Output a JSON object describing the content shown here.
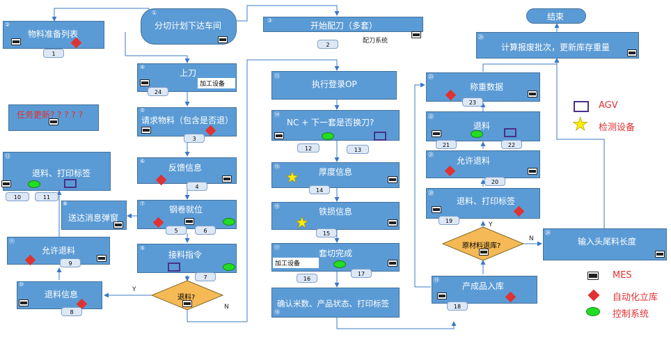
{
  "nodes": {
    "n1": {
      "num": "①",
      "label": "分切计划下达车间"
    },
    "n2": {
      "num": "②",
      "label": "物料准备列表",
      "badge": "1"
    },
    "n3": {
      "num": "③",
      "label": "开始配刀（多套）",
      "badge": "2",
      "tag": "配刀系统"
    },
    "n4": {
      "num": "④",
      "label": "上刀",
      "badge": "24",
      "tag": "加工设备"
    },
    "n5": {
      "num": "⑤",
      "label": "请求物料（包含是否退）",
      "badge": "3"
    },
    "n6": {
      "num": "⑥",
      "label": "反馈信息",
      "badge": "4"
    },
    "n7": {
      "num": "⑦",
      "label": "钢卷就位",
      "badges": [
        "5",
        "6"
      ]
    },
    "n8": {
      "num": "⑧",
      "label": "送达消息弹窗"
    },
    "n9": {
      "num": "⑨",
      "label": "接料指令",
      "badge": "7"
    },
    "n10": {
      "num": "⑩",
      "label": "退料信息",
      "badge": "8"
    },
    "n11": {
      "num": "⑪",
      "label": "允许退料",
      "badge": "9"
    },
    "n12": {
      "num": "⑫",
      "label": "退料、打印标签",
      "badges": [
        "10",
        "11"
      ]
    },
    "n13": {
      "num": "⑬",
      "label": "执行登录OP"
    },
    "n14": {
      "num": "⑭",
      "label": "NC + 下一套是否换刀?",
      "badges": [
        "12",
        "13"
      ]
    },
    "n15": {
      "num": "⑮",
      "label": "厚度信息",
      "badge": "14"
    },
    "n16": {
      "num": "⑯",
      "label": "铁损信息",
      "badge": "15"
    },
    "n17": {
      "num": "⑰",
      "label": "套切完成",
      "badges": [
        "16",
        "17"
      ],
      "tag": "加工设备"
    },
    "n18": {
      "num": "⑱",
      "label": "确认米数、产品状态、打印标签"
    },
    "n19": {
      "num": "⑲",
      "label": "产成品入库",
      "badge": "18"
    },
    "n20": {
      "num": "⑳",
      "label": "退料、打印标签",
      "badge": "19"
    },
    "n21": {
      "num": "㉑",
      "label": "允许退料",
      "badge": "20"
    },
    "n22": {
      "num": "㉒",
      "label": "退料",
      "badges": [
        "21",
        "22"
      ]
    },
    "n23": {
      "num": "㉓",
      "label": "称重数据",
      "badge": "23"
    },
    "n24": {
      "num": "㉔",
      "label": "输入头尾料长度"
    },
    "n25": {
      "num": "㉕",
      "label": "计算报废批次，更新库存重量"
    },
    "end": {
      "label": "结束"
    },
    "d1": {
      "label": "退料?",
      "yes": "Y",
      "no": "N"
    },
    "d2": {
      "label": "原材料退库?",
      "yes": "Y",
      "no": "N"
    }
  },
  "note": "任务更新? ? ? ? ?",
  "legend": {
    "agv": "AGV",
    "inspection": "检测设备",
    "mes": "MES",
    "warehouse": "自动化立库",
    "control": "控制系统"
  },
  "colors": {
    "box": "#5b9bd5",
    "decision": "#f5b955",
    "diamond": "#e03232",
    "ellipse": "#22dd22",
    "agv": "#4a2f8a",
    "star": "#ffee00",
    "legend_text": "#e03030"
  },
  "icons": [
    "mes-icon",
    "automated-warehouse-icon",
    "control-system-icon",
    "agv-icon",
    "inspection-device-icon"
  ]
}
